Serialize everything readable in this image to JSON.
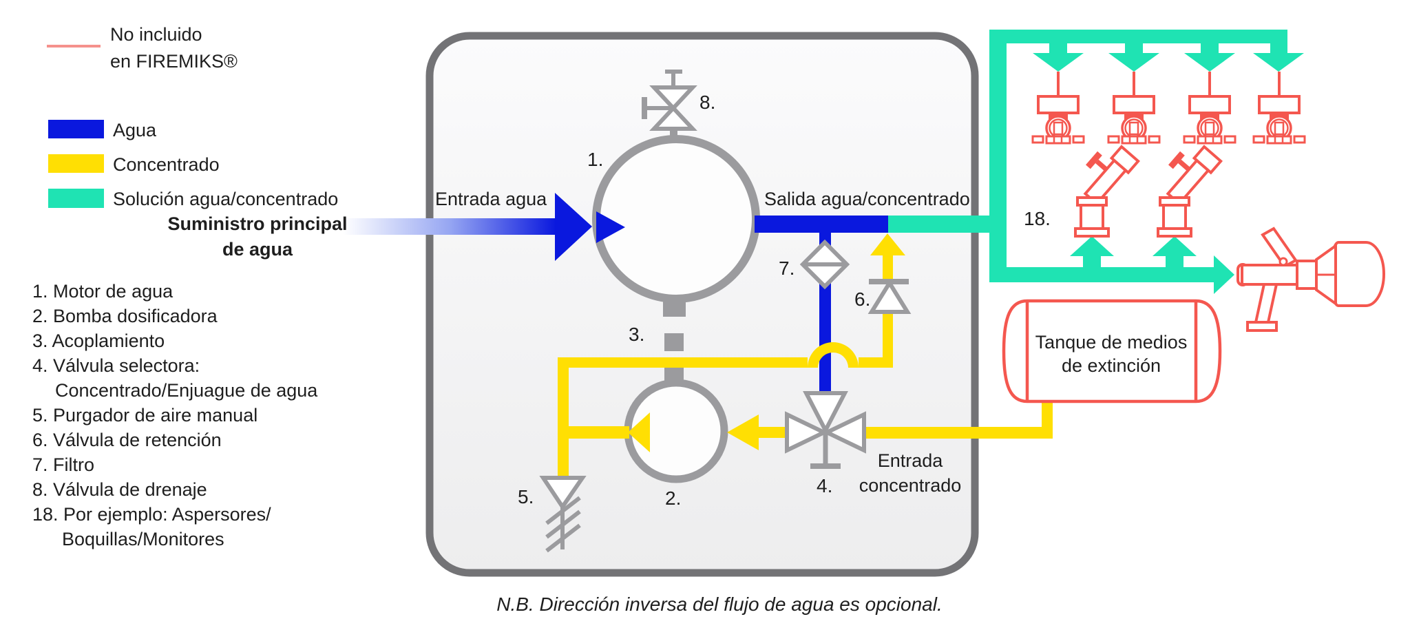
{
  "legend": {
    "not_included": {
      "line1": "No incluido",
      "line2": "en FIREMIKS®"
    },
    "not_included_color": "#f5918c",
    "items": [
      {
        "label": "Agua",
        "color": "#0a18de"
      },
      {
        "label": "Concentrado",
        "color": "#ffdf03"
      },
      {
        "label": "Solución agua/concentrado",
        "color": "#1fe3b3"
      }
    ]
  },
  "supply_label": {
    "line1": "Suministro principal",
    "line2": "de agua"
  },
  "component_list": [
    "1. Motor de agua",
    "2. Bomba dosificadora",
    "3. Acoplamiento",
    "4. Válvula selectora:",
    "Concentrado/Enjuague de agua",
    "5. Purgador de aire manual",
    "6. Válvula de retención",
    "7. Filtro",
    "8. Válvula de drenaje",
    "18. Por ejemplo: Aspersores/",
    "Boquillas/Monitores"
  ],
  "diagram": {
    "entrada_agua": "Entrada agua",
    "salida": "Salida agua/concentrado",
    "entrada_concentrado": {
      "line1": "Entrada",
      "line2": "concentrado"
    },
    "tank": {
      "line1": "Tanque de medios",
      "line2": "de extinción"
    },
    "markers": {
      "m1": "1.",
      "m2": "2.",
      "m3": "3.",
      "m4": "4.",
      "m5": "5.",
      "m6": "6.",
      "m7": "7.",
      "m8": "8.",
      "m18": "18."
    }
  },
  "note": "N.B. Dirección inversa del flujo de agua es opcional.",
  "colors": {
    "water": "#0a18de",
    "concentrate": "#ffdf03",
    "solution": "#1fe3b3",
    "not_included_red": "#f4574f",
    "symbol_gray": "#9b9b9e",
    "box_border": "#737376"
  }
}
